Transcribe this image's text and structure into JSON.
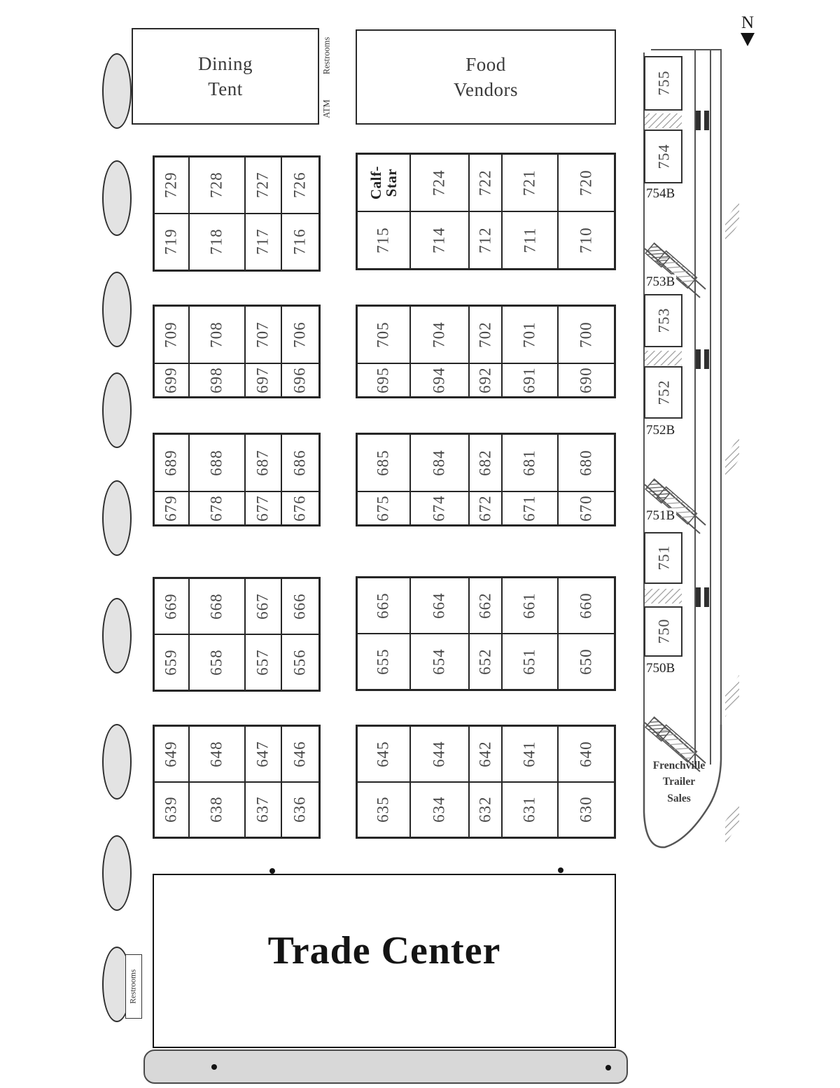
{
  "compass": {
    "label": "N"
  },
  "facilities": {
    "dining_tent": "Dining\nTent",
    "food_vendors": "Food\nVendors",
    "restrooms_top": "Restrooms",
    "atm": "ATM",
    "restrooms_bottom": "Restrooms",
    "trade_center": "Trade Center"
  },
  "booth_grids": {
    "left": [
      {
        "rows": [
          [
            "729",
            "728",
            "727",
            "726"
          ],
          [
            "719",
            "718",
            "717",
            "716"
          ]
        ]
      },
      {
        "rows": [
          [
            "709",
            "708",
            "707",
            "706"
          ],
          [
            "699",
            "698",
            "697",
            "696"
          ]
        ]
      },
      {
        "rows": [
          [
            "689",
            "688",
            "687",
            "686"
          ],
          [
            "679",
            "678",
            "677",
            "676"
          ]
        ]
      },
      {
        "rows": [
          [
            "669",
            "668",
            "667",
            "666"
          ],
          [
            "659",
            "658",
            "657",
            "656"
          ]
        ]
      },
      {
        "rows": [
          [
            "649",
            "648",
            "647",
            "646"
          ],
          [
            "639",
            "638",
            "637",
            "636"
          ]
        ]
      }
    ],
    "right": [
      {
        "rows": [
          [
            "Calf-\nStar",
            "724",
            "722",
            "721",
            "720"
          ],
          [
            "715",
            "714",
            "712",
            "711",
            "710"
          ]
        ]
      },
      {
        "rows": [
          [
            "705",
            "704",
            "702",
            "701",
            "700"
          ],
          [
            "695",
            "694",
            "692",
            "691",
            "690"
          ]
        ]
      },
      {
        "rows": [
          [
            "685",
            "684",
            "682",
            "681",
            "680"
          ],
          [
            "675",
            "674",
            "672",
            "671",
            "670"
          ]
        ]
      },
      {
        "rows": [
          [
            "665",
            "664",
            "662",
            "661",
            "660"
          ],
          [
            "655",
            "654",
            "652",
            "651",
            "650"
          ]
        ]
      },
      {
        "rows": [
          [
            "645",
            "644",
            "642",
            "641",
            "640"
          ],
          [
            "635",
            "634",
            "632",
            "631",
            "630"
          ]
        ]
      }
    ]
  },
  "trailer_area": {
    "spots": [
      {
        "label": "755"
      },
      {
        "label": "754"
      },
      {
        "label": "753"
      },
      {
        "label": "752"
      },
      {
        "label": "751"
      },
      {
        "label": "750"
      }
    ],
    "tags": [
      {
        "label": "754B"
      },
      {
        "label": "753B"
      },
      {
        "label": "752B"
      },
      {
        "label": "751B"
      },
      {
        "label": "750B"
      }
    ],
    "dealer_name": "Frenchville\nTrailer\nSales"
  },
  "colors": {
    "tree_fill": "#e3e3e3",
    "walkway_fill": "#d8d8d8",
    "line": "#2b2b2b"
  }
}
